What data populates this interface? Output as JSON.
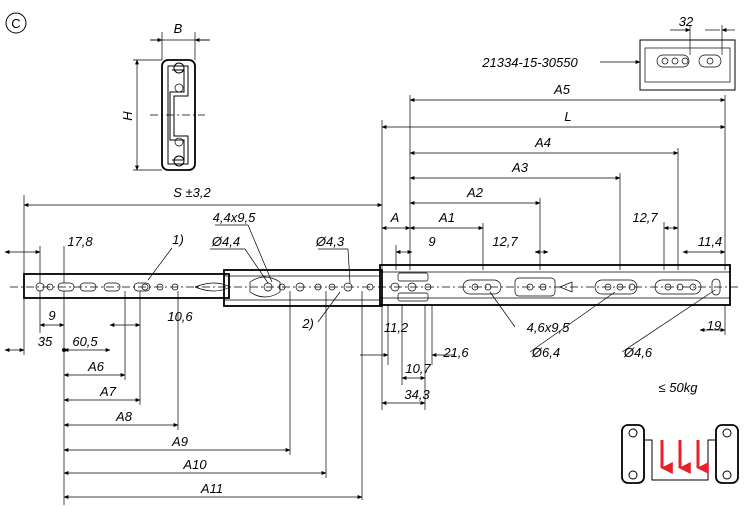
{
  "variant_label": "C",
  "article_number": "21334-15-30550",
  "load": "≤ 50kg",
  "dims": {
    "B": "B",
    "H": "H",
    "S": "S ±3,2",
    "A": "A",
    "A1": "A1",
    "A2": "A2",
    "A3": "A3",
    "A4": "A4",
    "A5": "A5",
    "L": "L",
    "A6": "A6",
    "A7": "A7",
    "A8": "A8",
    "A9": "A9",
    "A10": "A10",
    "A11": "A11",
    "d32": "32",
    "d17_8": "17,8",
    "d9_left": "9",
    "d35": "35",
    "d60_5": "60,5",
    "d10_6": "10,6",
    "d9_mid": "9",
    "d12_7_mid": "12,7",
    "d12_7_right": "12,7",
    "d11_4": "11,4",
    "d19": "19",
    "d11_2": "11,2",
    "d21_6": "21,6",
    "d10_7": "10,7",
    "d34_3": "34,3",
    "slot_4_4x9_5": "4,4x9,5",
    "hole_4_4": "Ø4,4",
    "hole_4_3": "Ø4,3",
    "slot_4_6x9_5": "4,6x9,5",
    "hole_6_4": "Ø6,4",
    "hole_4_6": "Ø4,6"
  },
  "notes": {
    "n1": "1)",
    "n2": "2)"
  },
  "colors": {
    "arrow": "#e8202a"
  },
  "icons": [
    "circled-c-icon",
    "load-direction-icon"
  ]
}
